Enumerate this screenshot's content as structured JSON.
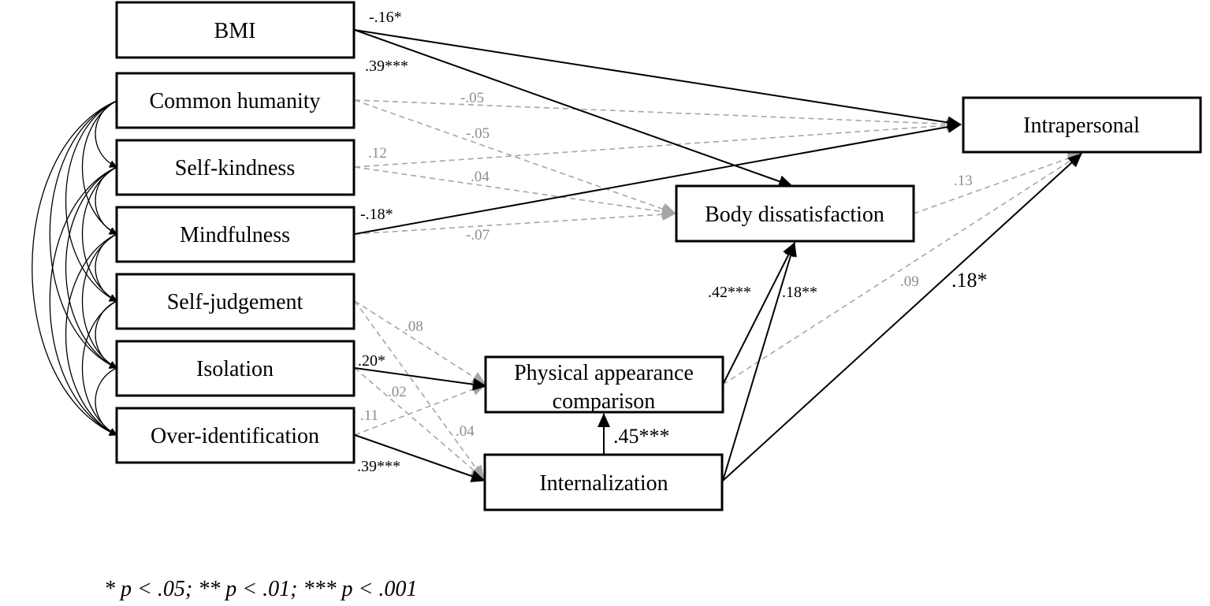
{
  "nodes": {
    "bmi": "BMI",
    "common_humanity": "Common humanity",
    "self_kindness": "Self-kindness",
    "mindfulness": "Mindfulness",
    "self_judgement": "Self-judgement",
    "isolation": "Isolation",
    "over_identification": "Over-identification",
    "physical_appearance_line1": "Physical appearance",
    "physical_appearance_line2": "comparison",
    "internalization": "Internalization",
    "body_dissatisfaction": "Body dissatisfaction",
    "intrapersonal": "Intrapersonal"
  },
  "coefficients": {
    "bmi_intrapersonal": "-.16*",
    "bmi_body": ".39***",
    "ch_intrapersonal": "-.05",
    "ch_body": "-.05",
    "sk_intrapersonal": ".12",
    "sk_body": ".04",
    "mind_intrapersonal": "-.18*",
    "mind_body": "-.07",
    "sj_pac": ".08",
    "iso_pac": ".20*",
    "iso_int": ".02",
    "sj_int": ".04",
    "oi_pac": ".11",
    "oi_int": ".39***",
    "int_pac": ".45***",
    "pac_body": ".42***",
    "int_body": ".18**",
    "pac_intrapersonal": ".09",
    "int_intrapersonal": ".18*",
    "body_intrapersonal": ".13"
  },
  "colors": {
    "significant_path": "#000000",
    "nonsignificant_path": "#a6a6a6",
    "nonsignificant_label": "#8c8c8c"
  },
  "footnote": "* p < .05; ** p < .01; *** p < .001"
}
